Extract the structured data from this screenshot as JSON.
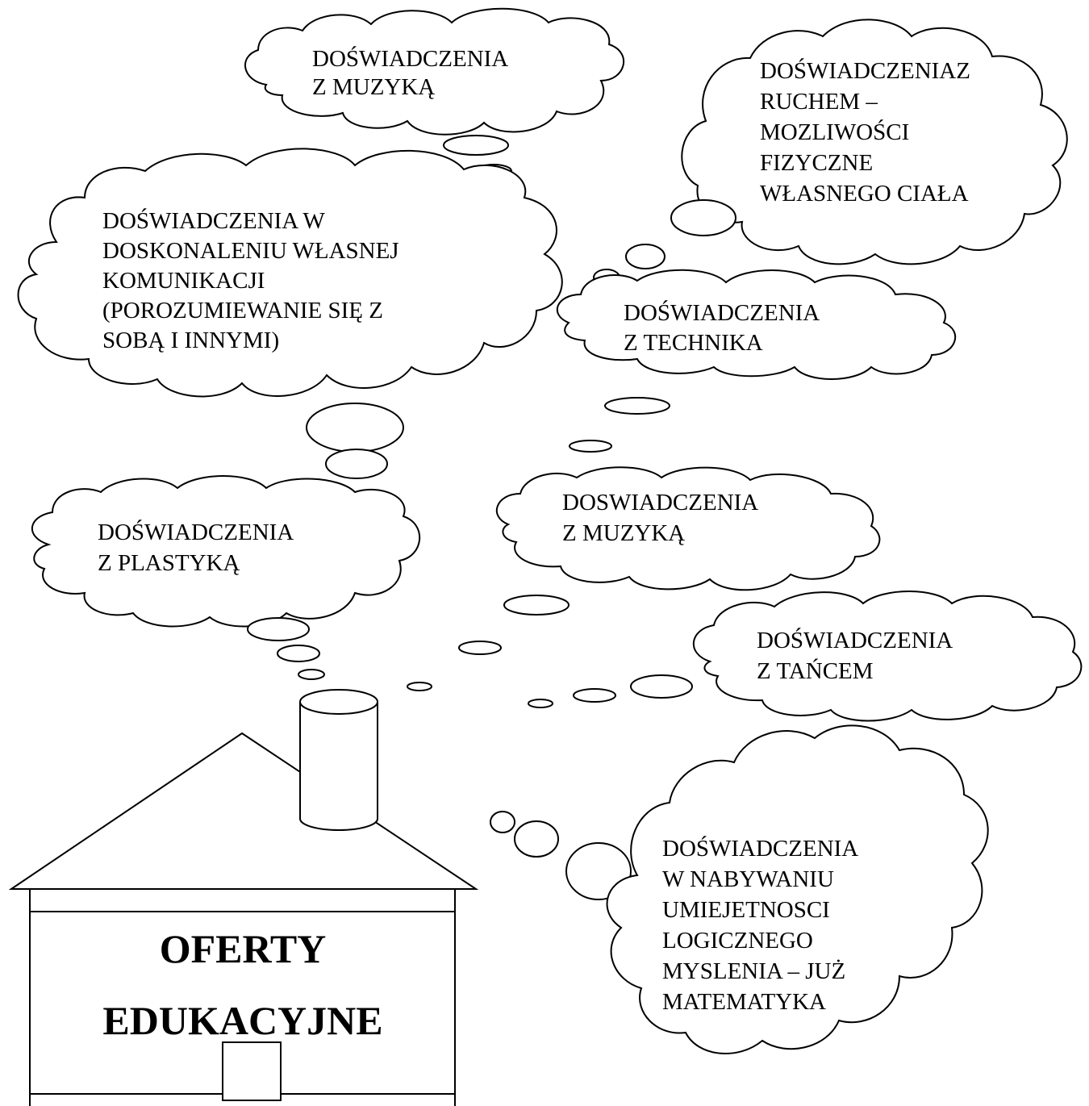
{
  "house": {
    "title_line1": "OFERTY",
    "title_line2": "EDUKACYJNE"
  },
  "clouds": {
    "muzyka_top": {
      "lines": [
        "DOŚWIADCZENIA",
        "Z MUZYKĄ"
      ]
    },
    "ruch": {
      "lines": [
        "DOŚWIADCZENIAZ",
        "RUCHEM –",
        "MOZLIWOŚCI",
        "FIZYCZNE",
        "WŁASNEGO CIAŁA"
      ]
    },
    "komunikacja": {
      "lines": [
        "DOŚWIADCZENIA W",
        "DOSKONALENIU WŁASNEJ",
        "KOMUNIKACJI",
        "(POROZUMIEWANIE SIĘ Z",
        "SOBĄ I INNYMI)"
      ]
    },
    "technika": {
      "lines": [
        "DOŚWIADCZENIA",
        "Z TECHNIKA"
      ]
    },
    "plastyka": {
      "lines": [
        "DOŚWIADCZENIA",
        "Z PLASTYKĄ"
      ]
    },
    "muzyka_mid": {
      "lines": [
        "DOSWIADCZENIA",
        "Z MUZYKĄ"
      ]
    },
    "taniec": {
      "lines": [
        "DOŚWIADCZENIA",
        "Z TAŃCEM"
      ]
    },
    "logika": {
      "lines": [
        "DOŚWIADCZENIA",
        "W NABYWANIU",
        "UMIEJETNOSCI",
        "LOGICZNEGO",
        "MYSLENIA – JUŻ",
        "MATEMATYKA"
      ]
    }
  }
}
